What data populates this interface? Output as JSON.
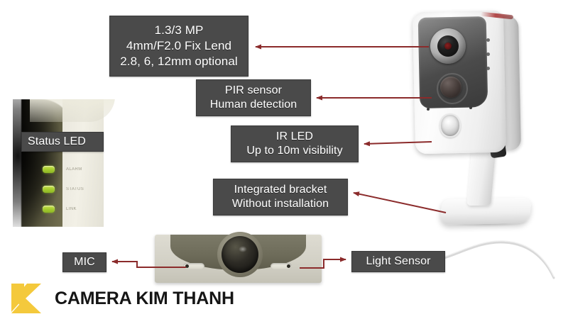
{
  "image": {
    "subject": "ip-camera-feature-diagram",
    "background_color": "#ffffff",
    "callout_box_color": "#4a4a4a",
    "callout_text_color": "#ffffff",
    "arrow_color": "#8b2b2b"
  },
  "callouts": {
    "lens": {
      "name": "lens-spec",
      "lines": [
        "1.3/3 MP",
        "4mm/F2.0 Fix Lend",
        "2.8, 6, 12mm optional"
      ]
    },
    "pir": {
      "name": "pir-sensor",
      "lines": [
        "PIR sensor",
        "Human detection"
      ]
    },
    "ir_led": {
      "name": "ir-led",
      "lines": [
        "IR LED",
        "Up to 10m visibility"
      ]
    },
    "bracket": {
      "name": "integrated-bracket",
      "lines": [
        "Integrated bracket",
        "Without installation"
      ]
    },
    "mic": {
      "name": "mic",
      "lines": [
        "MIC"
      ]
    },
    "light_sensor": {
      "name": "light-sensor",
      "lines": [
        "Light Sensor"
      ]
    },
    "status_led": {
      "name": "status-led",
      "lines": [
        "Status LED"
      ]
    }
  },
  "status_led_panel": {
    "indicators": [
      {
        "label": "ALARM",
        "color": "#a9cf31"
      },
      {
        "label": "STATUS",
        "color": "#a9cf31"
      },
      {
        "label": "LINK",
        "color": "#a9cf31"
      }
    ]
  },
  "watermark": {
    "brand": "CAMERA KIM THANH",
    "mark_color": "#F4C93C"
  }
}
